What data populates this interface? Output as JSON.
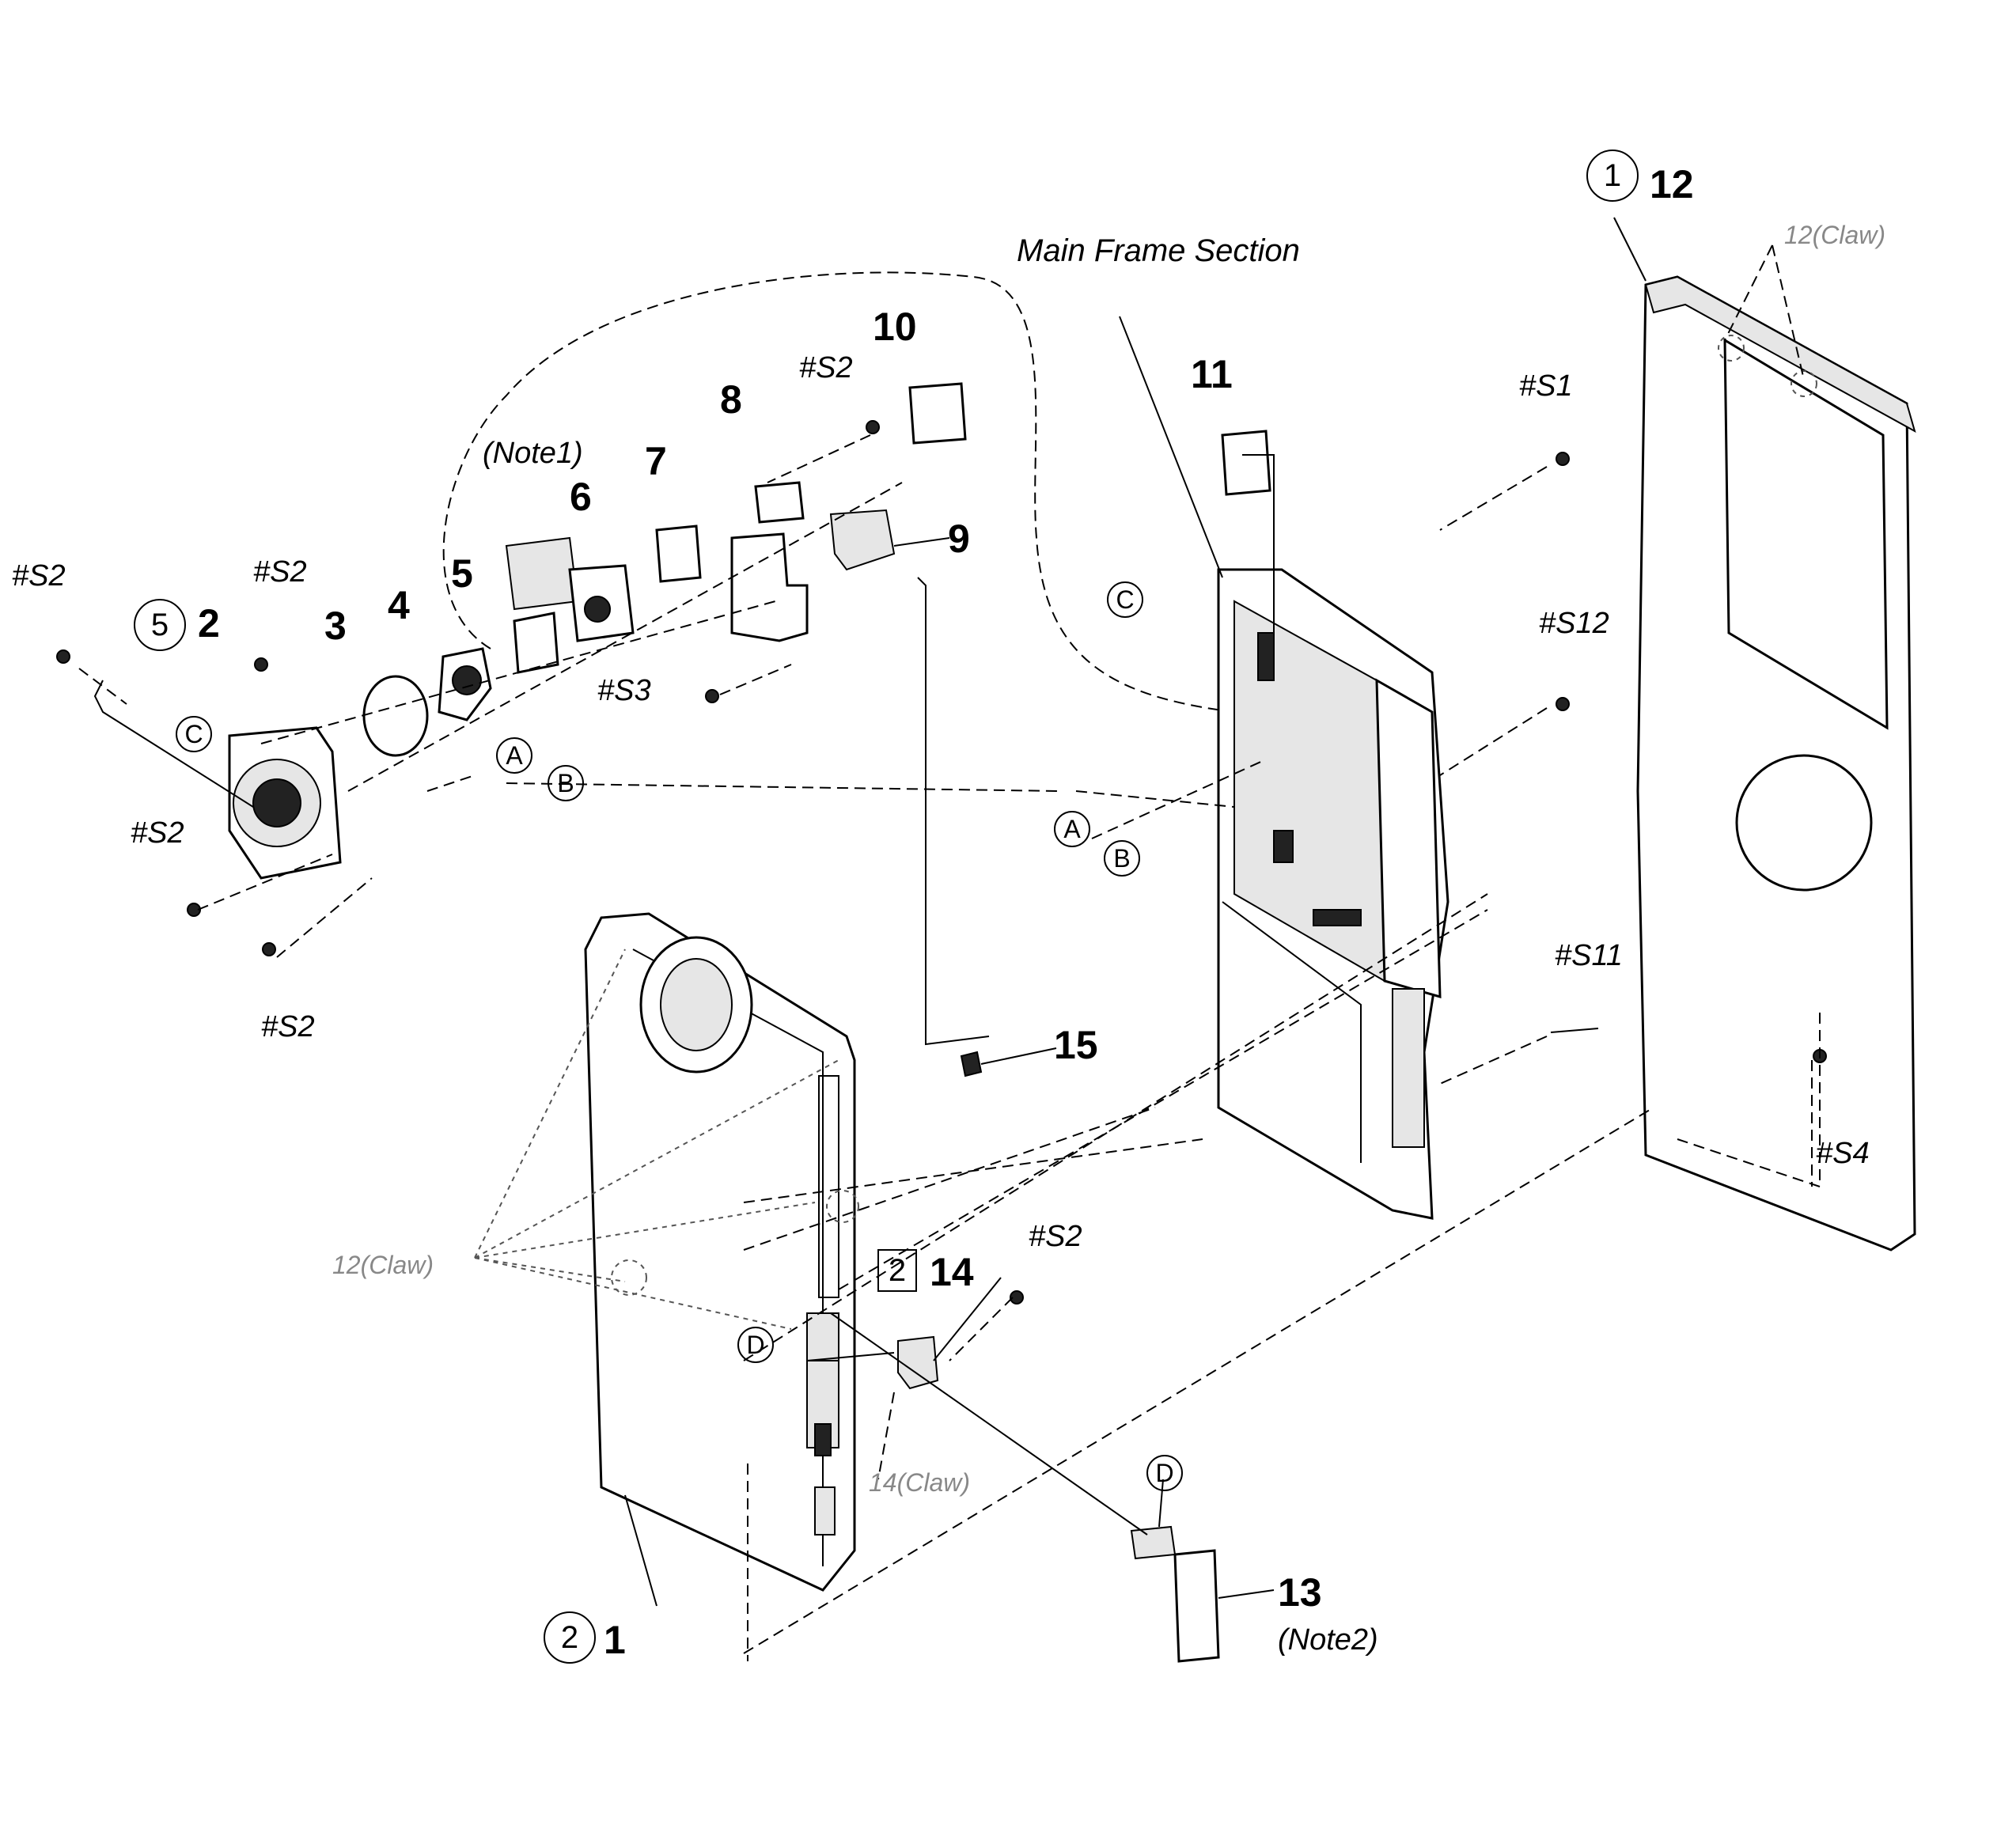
{
  "diagram": {
    "section_title": "Main Frame Section",
    "parts": [
      "1",
      "2",
      "3",
      "4",
      "5",
      "6",
      "7",
      "8",
      "9",
      "10",
      "11",
      "12",
      "13",
      "14",
      "15"
    ],
    "screws": {
      "s1": "#S1",
      "s2": "#S2",
      "s3": "#S3",
      "s4": "#S4",
      "s11": "#S11",
      "s12": "#S12"
    },
    "refs": {
      "a": "A",
      "b": "B",
      "c": "C",
      "d": "D"
    },
    "circled_counts": {
      "one": "1",
      "two": "2",
      "five": "5"
    },
    "boxed_count": "2",
    "notes": {
      "note1": "(Note1)",
      "note2": "(Note2)"
    },
    "claws": {
      "claw12": "12(Claw)",
      "claw14": "14(Claw)"
    }
  }
}
